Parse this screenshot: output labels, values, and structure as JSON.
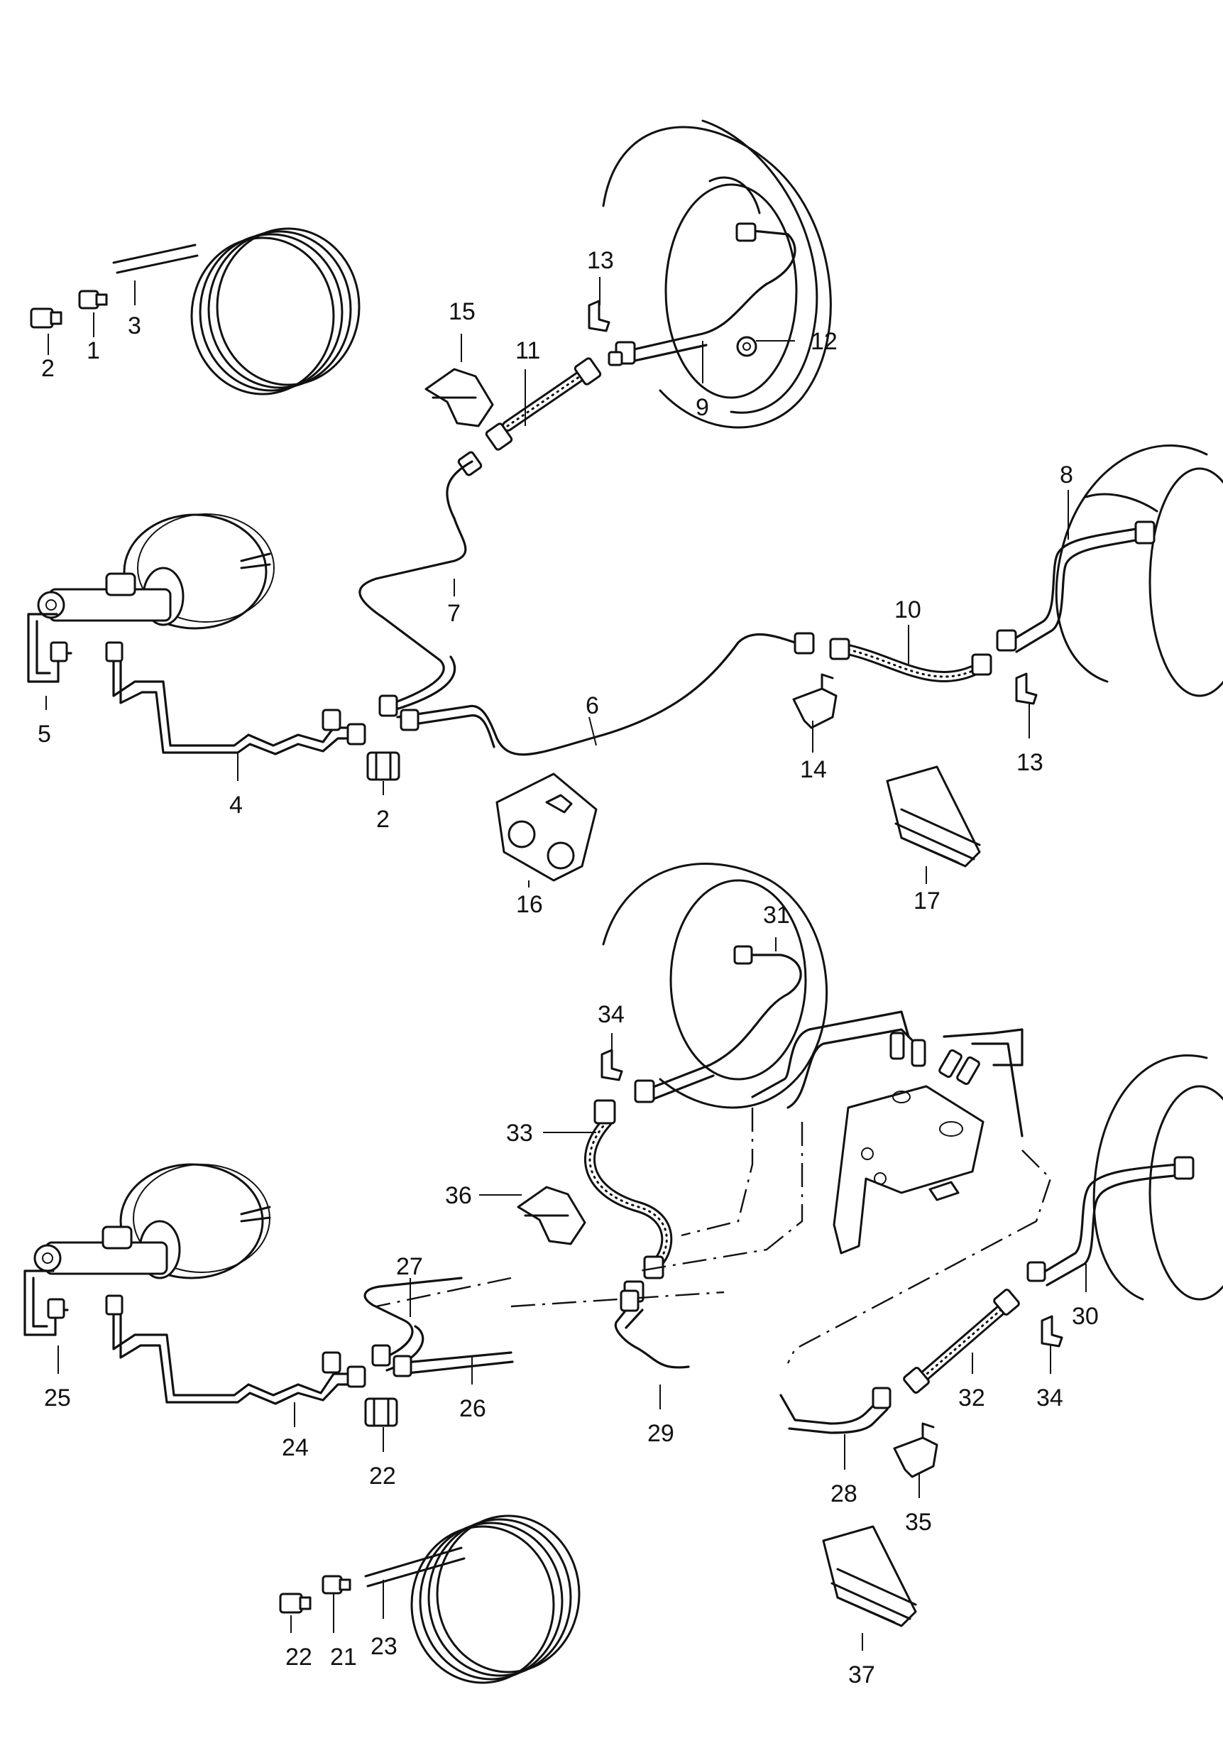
{
  "labels": [
    "1",
    "2",
    "3",
    "5",
    "4",
    "2",
    "6",
    "7",
    "8",
    "9",
    "10",
    "11",
    "12",
    "13",
    "13",
    "14",
    "15",
    "16",
    "17",
    "21",
    "22",
    "22",
    "23",
    "24",
    "25",
    "26",
    "27",
    "28",
    "29",
    "30",
    "31",
    "32",
    "33",
    "34",
    "34",
    "35",
    "36",
    "37"
  ],
  "colors": {
    "ink": "#111111",
    "paper": "#ffffff"
  }
}
